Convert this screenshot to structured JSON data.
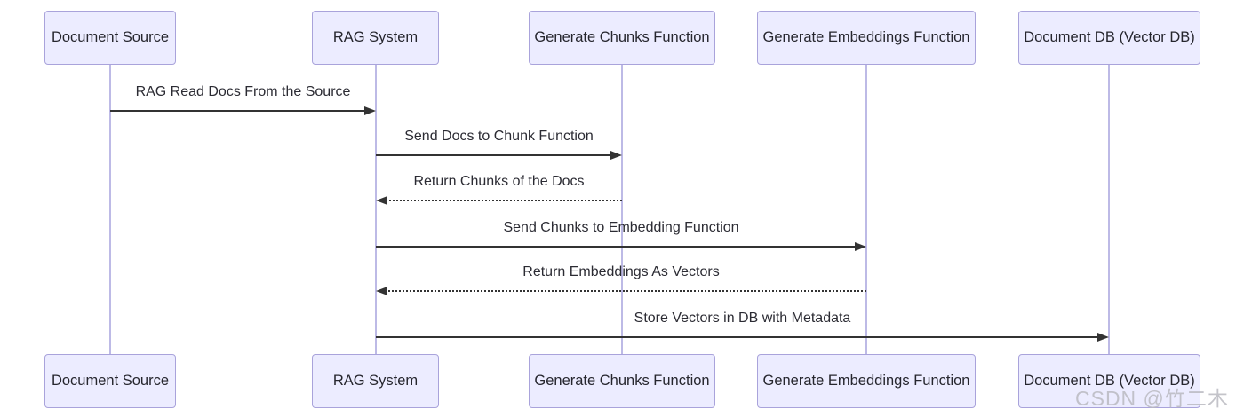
{
  "diagram": {
    "type": "sequence-diagram",
    "topic": "RAG document ingestion flow",
    "colors": {
      "background": "#ffffff",
      "actor_fill": "#ececff",
      "actor_border": "#a9a3db",
      "lifeline": "#bdbae6",
      "arrow": "#333333",
      "text": "#2b2b33",
      "watermark": "#bababd"
    },
    "actors": [
      {
        "label": "Document Source"
      },
      {
        "label": "RAG System"
      },
      {
        "label": "Generate Chunks Function"
      },
      {
        "label": "Generate Embeddings Function"
      },
      {
        "label": "Document DB (Vector DB)"
      }
    ],
    "messages": [
      {
        "label": "RAG Read Docs From the Source",
        "from": "Document Source",
        "to": "RAG System",
        "line": "solid",
        "direction": "right"
      },
      {
        "label": "Send Docs to Chunk Function",
        "from": "RAG System",
        "to": "Generate Chunks Function",
        "line": "solid",
        "direction": "right"
      },
      {
        "label": "Return Chunks of the Docs",
        "from": "Generate Chunks Function",
        "to": "RAG System",
        "line": "dotted",
        "direction": "left"
      },
      {
        "label": "Send Chunks to Embedding Function",
        "from": "RAG System",
        "to": "Generate Embeddings Function",
        "line": "solid",
        "direction": "right"
      },
      {
        "label": "Return Embeddings As Vectors",
        "from": "Generate Embeddings Function",
        "to": "RAG System",
        "line": "dotted",
        "direction": "left"
      },
      {
        "label": "Store Vectors in DB with Metadata",
        "from": "RAG System",
        "to": "Document DB (Vector DB)",
        "line": "solid",
        "direction": "right"
      }
    ],
    "watermark": "CSDN @竹二木"
  }
}
